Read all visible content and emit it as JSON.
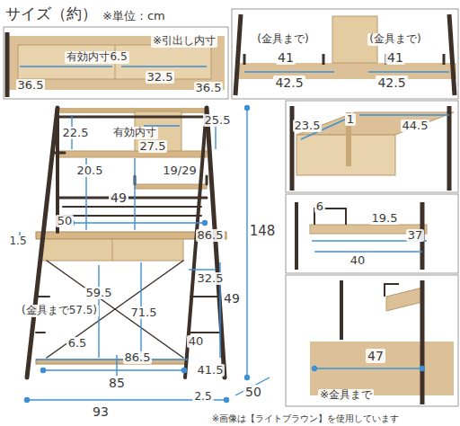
{
  "diagram": {
    "title": "サイズ（約）",
    "labels": [
      "※単位：cm",
      "※引出し内寸",
      "有効内寸6.5",
      "32.5",
      "36.5",
      "36.5",
      "(金具まで)",
      "(金具まで)",
      "41",
      "41",
      "42.5",
      "42.5",
      "22.5",
      "25.5",
      "有効内寸",
      "27.5",
      "20.5",
      "19/29",
      "49",
      "50",
      "86.5",
      "1.5",
      "148",
      "32.5",
      "59.5",
      "(金具まで57.5)",
      "71.5",
      "49",
      "6.5",
      "86.5",
      "40",
      "85",
      "41.5",
      "2.5",
      "50",
      "93",
      "23.5",
      "1",
      "44.5",
      "6",
      "19.5",
      "37",
      "40",
      "47",
      "※金具まで",
      "※画像は【ライトブラウン】を使用しています"
    ]
  }
}
